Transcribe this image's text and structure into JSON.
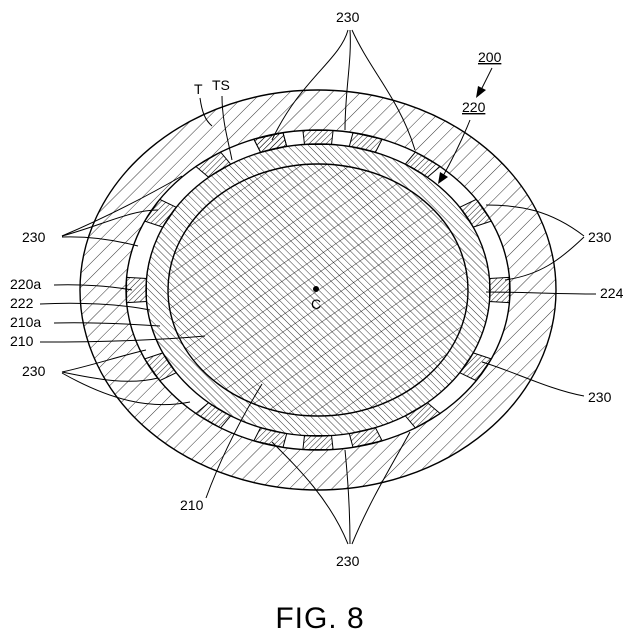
{
  "figure": {
    "caption": "FIG. 8"
  },
  "labels": {
    "assembly": "200",
    "tire": "T",
    "tire_surface": "TS",
    "ring": "220",
    "ring_inner": "220a",
    "layer": "222",
    "core_outer": "210a",
    "core": "210",
    "center": "C",
    "gap": "224",
    "block": "230"
  },
  "colors": {
    "line": "#000000",
    "fill": "#ffffff"
  }
}
